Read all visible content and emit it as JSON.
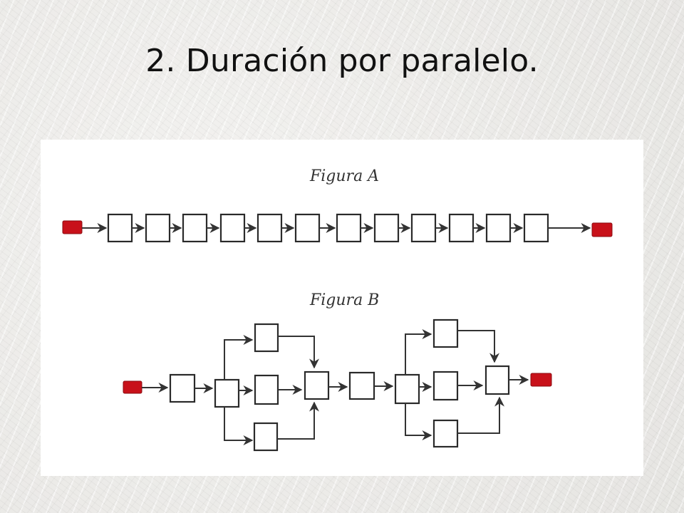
{
  "slide": {
    "title": "2. Duración por paralelo."
  },
  "figure_a": {
    "label": "Figura A",
    "activity_count": 12,
    "structure": "serial"
  },
  "figure_b": {
    "label": "Figura B",
    "structure": "parallel",
    "parallel_groups": 2,
    "branches_per_group": 3
  },
  "colors": {
    "start_end_node": "#c8111a",
    "activity_box_stroke": "#2a2a2a",
    "edge": "#333333"
  }
}
